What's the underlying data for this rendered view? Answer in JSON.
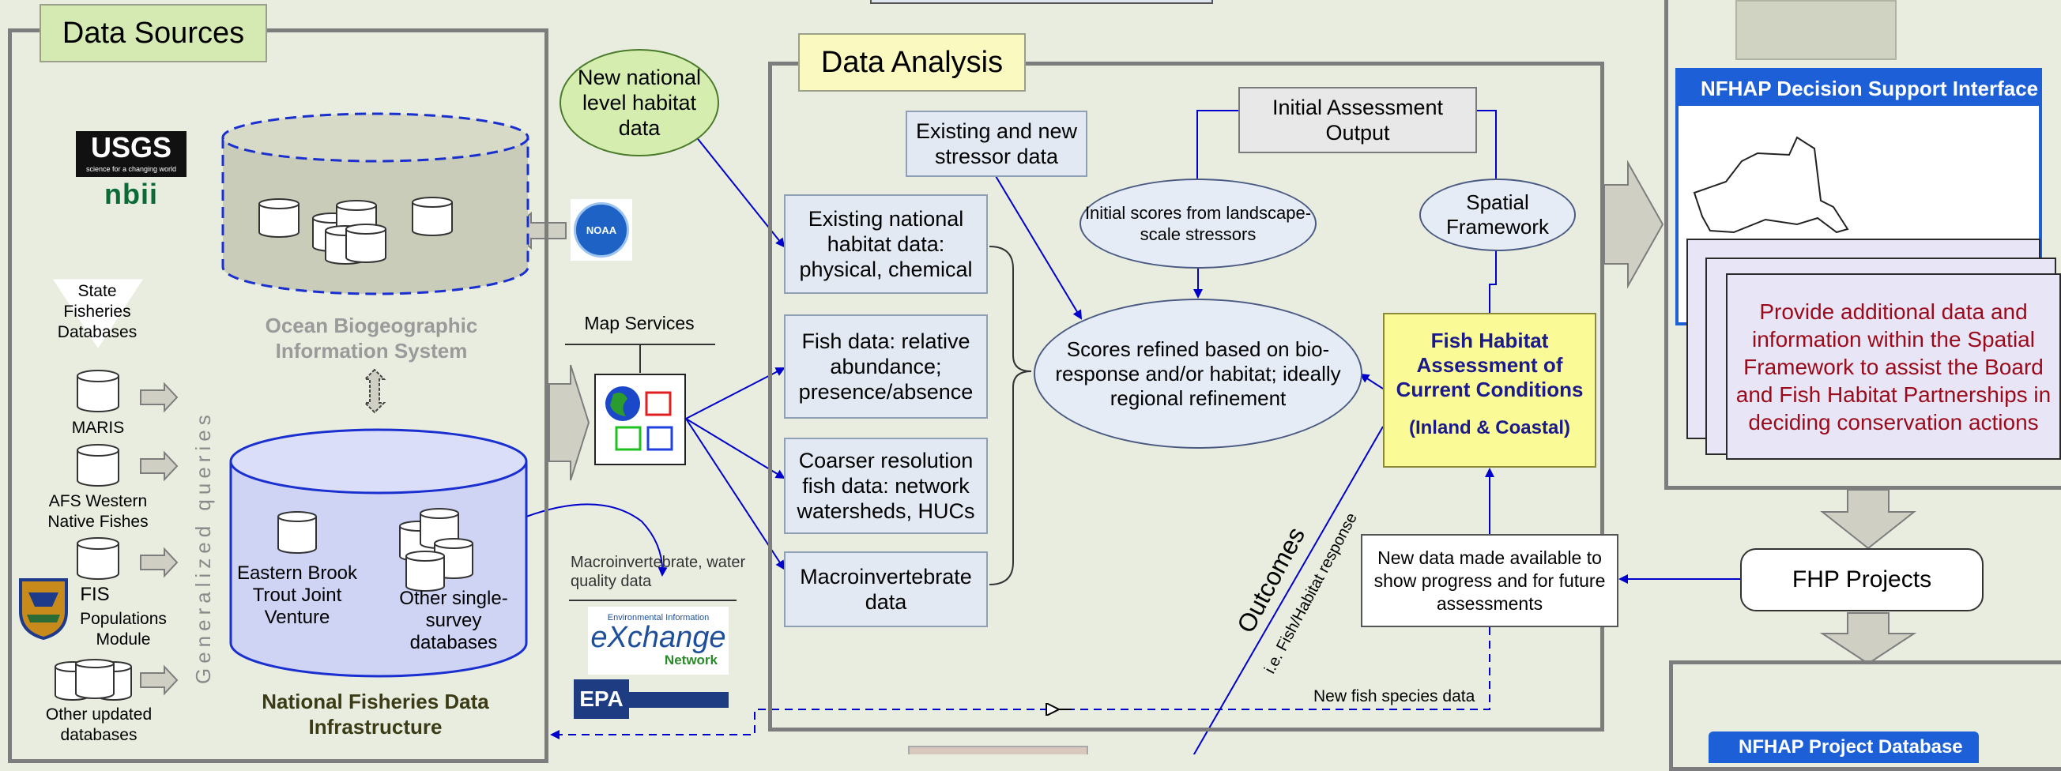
{
  "panels": {
    "data_sources_title": "Data Sources",
    "data_analysis_title": "Data Analysis"
  },
  "sources": {
    "usgs_logo": "USGS",
    "usgs_tagline": "science for a changing world",
    "nbii_logo": "nbii",
    "noaa_logo": "NOAA",
    "obis_label": "Ocean Biogeographic Information System",
    "state_fisheries": "State Fisheries Databases",
    "maris": "MARIS",
    "afs": "AFS Western Native Fishes",
    "fis": "FIS Populations Module",
    "other_updated": "Other updated databases",
    "generalized_queries": "Generalized queries",
    "eastern_brook_trout": "Eastern Brook Trout Joint Venture",
    "other_single_survey": "Other single-survey databases",
    "nfdi_label": "National Fisheries Data Infrastructure",
    "map_services": "Map Services",
    "macroinvertebrate_water": "Macroinvertebrate, water quality data",
    "exchange_top": "Environmental Information",
    "exchange_main": "eXchange",
    "exchange_network": "Network",
    "epa": "EPA"
  },
  "analysis": {
    "new_national": "New national level habitat data",
    "existing_new_stressor": "Existing and new stressor data",
    "existing_national": "Existing national habitat data: physical, chemical",
    "fish_data": "Fish data: relative abundance; presence/absence",
    "coarser": "Coarser resolution fish data:  network watersheds, HUCs",
    "macroinvertebrate": "Macroinvertebrate data",
    "initial_output": "Initial Assessment Output",
    "initial_scores": "Initial scores from landscape-scale stressors",
    "spatial_framework": "Spatial Framework",
    "scores_refined": "Scores refined based on bio-response and/or habitat; ideally regional refinement",
    "fish_habitat_title": "Fish Habitat Assessment of Current Conditions",
    "fish_habitat_sub": "(Inland & Coastal)",
    "outcomes": "Outcomes",
    "outcomes_sub": "i.e. Fish/Habitat response",
    "new_data_available": "New data made available to show progress and for future assessments",
    "new_fish_species": "New fish species data"
  },
  "right": {
    "nfhap_header": "NFHAP Decision Support Interface",
    "provide_text": "Provide additional data and information within the Spatial Framework to assist the Board and Fish Habitat Partnerships in deciding conservation actions",
    "fhp_projects": "FHP Projects",
    "nfhap_project_db": "NFHAP Project Database"
  },
  "colors": {
    "background": "#e9ede0",
    "panel_border": "#7d7d7d",
    "title_green": "#d5e9b2",
    "title_yellow": "#fafac0",
    "arrow_blue": "#0000cc",
    "fish_habitat_fill": "#fafa96",
    "fish_habitat_text": "#1a1a8c",
    "provide_text": "#9b0a1a",
    "header_blue": "#1d5fd6",
    "nfdi_text": "#3b3b16",
    "obis_text": "#9a9a9a"
  }
}
